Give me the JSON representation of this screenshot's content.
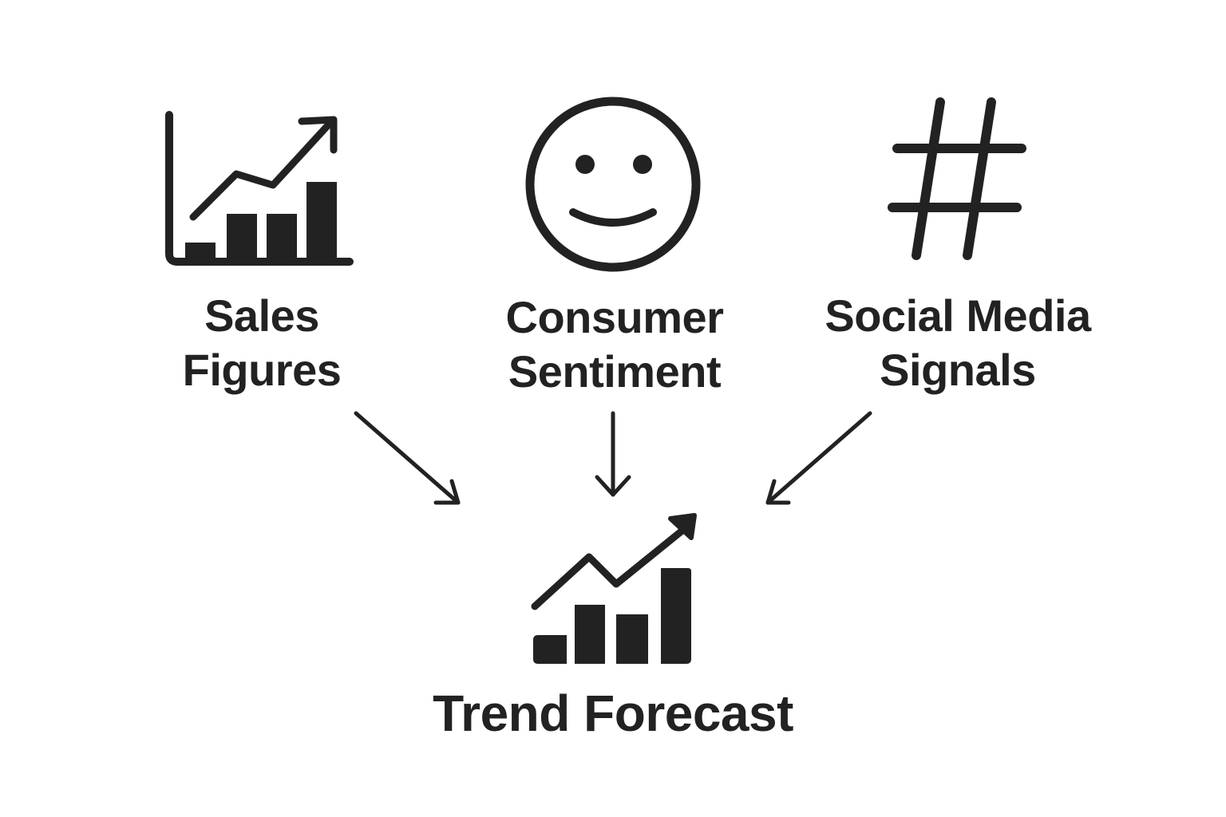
{
  "inputs": [
    {
      "id": "sales",
      "icon": "bar-chart-trend-icon",
      "line1": "Sales",
      "line2": "Figures"
    },
    {
      "id": "sentiment",
      "icon": "smiley-face-icon",
      "line1": "Consumer",
      "line2": "Sentiment"
    },
    {
      "id": "social",
      "icon": "hashtag-icon",
      "line1": "Social Media",
      "line2": "Signals"
    }
  ],
  "output": {
    "icon": "trend-chart-icon",
    "label": "Trend Forecast"
  },
  "colors": {
    "ink": "#222222",
    "background": "#ffffff"
  }
}
